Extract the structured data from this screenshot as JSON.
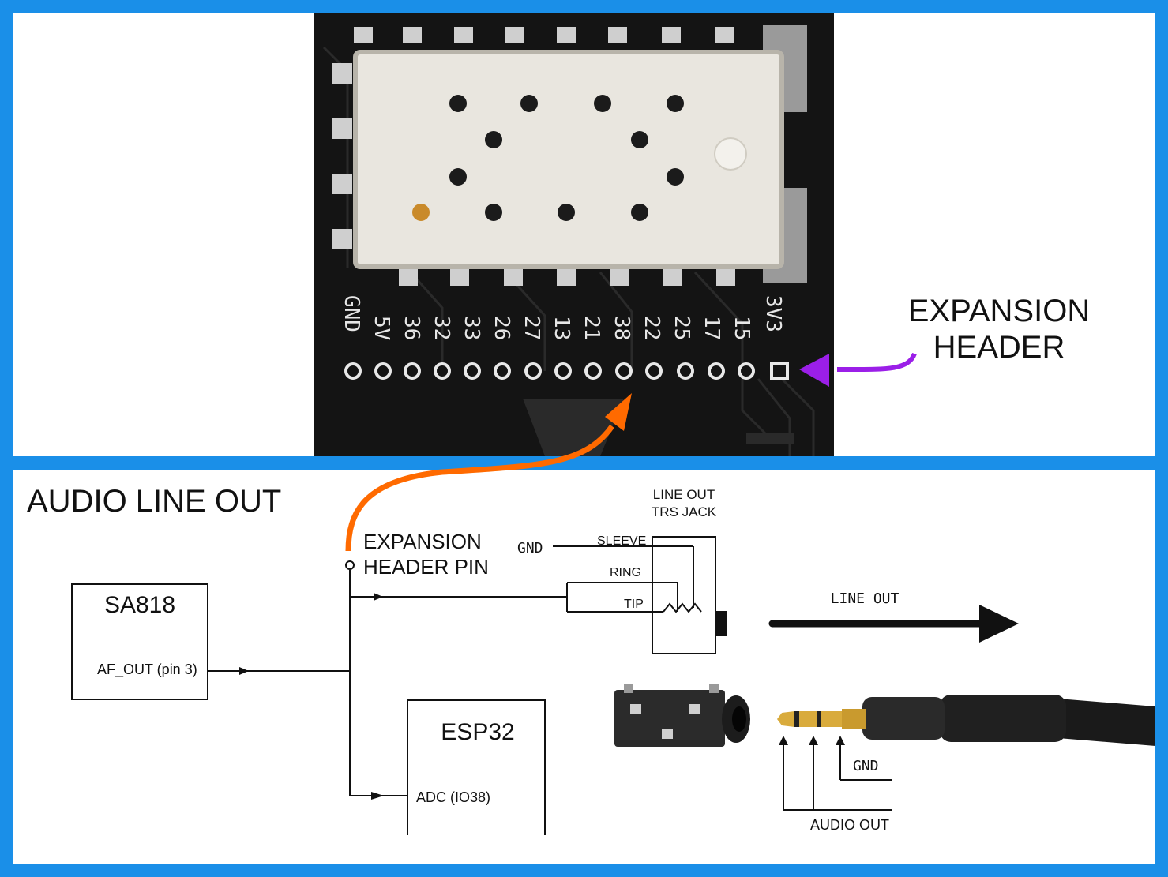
{
  "top": {
    "callout_line1": "EXPANSION",
    "callout_line2": "HEADER",
    "pins": [
      "GND",
      "5V",
      "36",
      "32",
      "33",
      "26",
      "27",
      "13",
      "21",
      "38",
      "22",
      "25",
      "17",
      "15",
      "3V3"
    ]
  },
  "bottom": {
    "title": "AUDIO LINE OUT",
    "exp_pin_line1": "EXPANSION",
    "exp_pin_line2": "HEADER PIN",
    "sa818_title": "SA818",
    "sa818_pin": "AF_OUT (pin 3)",
    "esp32_title": "ESP32",
    "esp32_pin": "ADC (IO38)",
    "jack_title_line1": "LINE OUT",
    "jack_title_line2": "TRS JACK",
    "gnd": "GND",
    "sleeve": "SLEEVE",
    "ring": "RING",
    "tip": "TIP",
    "line_out": "LINE  OUT",
    "plug_gnd": "GND",
    "audio_out": "AUDIO OUT"
  },
  "colors": {
    "frame": "#1a8fe8",
    "board": "#151515",
    "orange_arrow": "#ff6a00",
    "purple_arrow": "#9b1fe8"
  }
}
